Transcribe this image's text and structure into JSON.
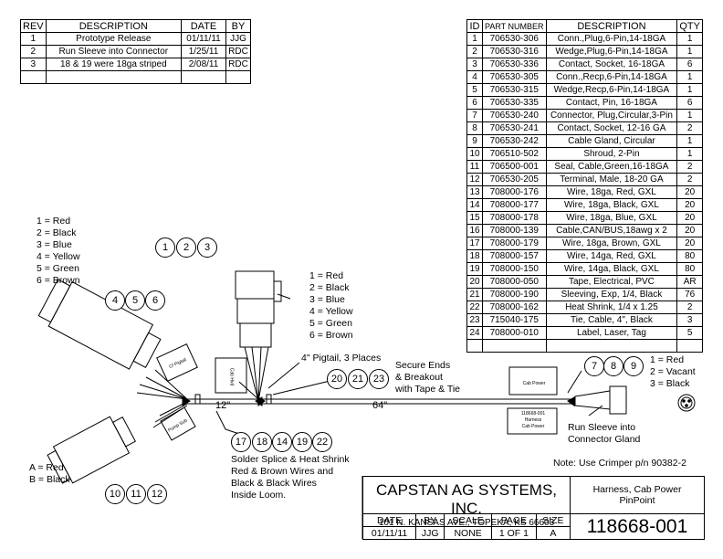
{
  "revisions": {
    "headers": [
      "REV",
      "DESCRIPTION",
      "DATE",
      "BY"
    ],
    "rows": [
      [
        "1",
        "Prototype Release",
        "01/11/11",
        "JJG"
      ],
      [
        "2",
        "Run Sleeve into Connector",
        "1/25/11",
        "RDC"
      ],
      [
        "3",
        "18 & 19 were 18ga striped",
        "2/08/11",
        "RDC"
      ]
    ]
  },
  "parts": {
    "headers": [
      "ID",
      "PART NUMBER",
      "DESCRIPTION",
      "QTY"
    ],
    "rows": [
      [
        "1",
        "706530-306",
        "Conn.,Plug,6-Pin,14-18GA",
        "1"
      ],
      [
        "2",
        "706530-316",
        "Wedge,Plug,6-Pin,14-18GA",
        "1"
      ],
      [
        "3",
        "706530-336",
        "Contact, Socket, 16-18GA",
        "6"
      ],
      [
        "4",
        "706530-305",
        "Conn.,Recp,6-Pin,14-18GA",
        "1"
      ],
      [
        "5",
        "706530-315",
        "Wedge,Recp,6-Pin,14-18GA",
        "1"
      ],
      [
        "6",
        "706530-335",
        "Contact, Pin, 16-18GA",
        "6"
      ],
      [
        "7",
        "706530-240",
        "Connector, Plug,Circular,3-Pin",
        "1"
      ],
      [
        "8",
        "706530-241",
        "Contact, Socket, 12-16 GA",
        "2"
      ],
      [
        "9",
        "706530-242",
        "Cable Gland, Circular",
        "1"
      ],
      [
        "10",
        "706510-502",
        "Shroud, 2-Pin",
        "1"
      ],
      [
        "11",
        "706500-001",
        "Seal, Cable,Green,16-18GA",
        "2"
      ],
      [
        "12",
        "706530-205",
        "Terminal, Male, 18-20 GA",
        "2"
      ],
      [
        "13",
        "708000-176",
        "Wire, 18ga, Red, GXL",
        "20"
      ],
      [
        "14",
        "708000-177",
        "Wire, 18ga, Black, GXL",
        "20"
      ],
      [
        "15",
        "708000-178",
        "Wire, 18ga, Blue, GXL",
        "20"
      ],
      [
        "16",
        "708000-139",
        "Cable,CAN/BUS,18awg x 2",
        "20"
      ],
      [
        "17",
        "708000-179",
        "Wire, 18ga, Brown, GXL",
        "20"
      ],
      [
        "18",
        "708000-157",
        "Wire, 14ga, Red, GXL",
        "80"
      ],
      [
        "19",
        "708000-150",
        "Wire, 14ga, Black, GXL",
        "80"
      ],
      [
        "20",
        "708000-050",
        "Tape, Electrical, PVC",
        "AR"
      ],
      [
        "21",
        "708000-190",
        "Sleeving, Exp, 1/4, Black",
        "76"
      ],
      [
        "22",
        "708000-162",
        "Heat Shrink, 1/4 x 1.25",
        "2"
      ],
      [
        "23",
        "715040-175",
        "Tie, Cable, 4\", Black",
        "3"
      ],
      [
        "24",
        "708000-010",
        "Label, Laser, Tag",
        "5"
      ]
    ]
  },
  "legend_left": [
    "1 = Red",
    "2 = Black",
    "3 = Blue",
    "4 = Yellow",
    "5 = Green",
    "6 = Brown"
  ],
  "legend_mid": [
    "1 = Red",
    "2 = Black",
    "3 = Blue",
    "4 = Yellow",
    "5 = Green",
    "6 = Brown"
  ],
  "legend_right": [
    "1 = Red",
    "2 = Vacant",
    "3 = Black"
  ],
  "legend_ab": [
    "A = Red",
    "B = Black"
  ],
  "balloons": {
    "plug": [
      "1",
      "2",
      "3"
    ],
    "recp": [
      "4",
      "5",
      "6"
    ],
    "ties": [
      "20",
      "21",
      "23"
    ],
    "splice": [
      "17",
      "18",
      "14",
      "19",
      "22"
    ],
    "two_pin": [
      "10",
      "11",
      "12"
    ],
    "circular": [
      "7",
      "8",
      "9"
    ]
  },
  "notes": {
    "pigtail": "4\" Pigtail, 3 Places",
    "secure": [
      "Secure Ends",
      "& Breakout",
      "with Tape & Tie"
    ],
    "dim_12": "12\"",
    "dim_64": "64\"",
    "splice": [
      "Solder Splice & Heat Shrink",
      "Red & Brown Wires and",
      "Black & Black Wires",
      "Inside Loom."
    ],
    "sleeve": [
      "Run Sleeve into",
      "Connector Gland"
    ],
    "crimper": "Note:  Use Crimper p/n 90382-2"
  },
  "tags": {
    "cab_power": "Cab Power",
    "tag_box": [
      "118668-001",
      "Harness",
      "Cab Power"
    ],
    "tag_left": "Cf Pigtail",
    "tag_mid": "Cab Hvd",
    "tag_low": "Pump Sub"
  },
  "title_block": {
    "company": "CAPSTAN AG SYSTEMS, INC.",
    "address": "101 N. KANSAS AVE., TOPEKA, KS 66603",
    "title": [
      "Harness, Cab Power",
      "PinPoint"
    ],
    "labels": [
      "DATE",
      "BY",
      "SCALE",
      "PAGE",
      "SIZE"
    ],
    "values": [
      "01/11/11",
      "JJG",
      "NONE",
      "1 OF 1",
      "A"
    ],
    "drawing_no": "118668-001"
  }
}
